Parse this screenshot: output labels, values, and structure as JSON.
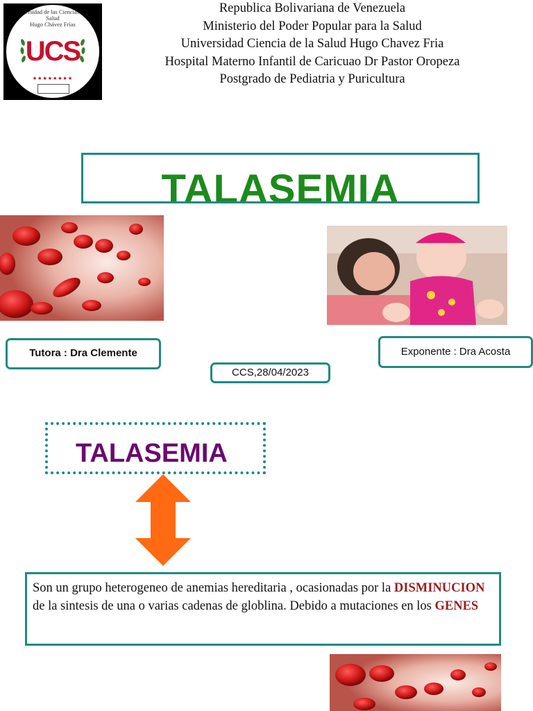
{
  "logo": {
    "arc_text_1": "Universidad de las Ciencias de la Salud",
    "arc_text_2": "Hugo Chávez Frías",
    "brand": "UCS",
    "brand_color": "#c8102e"
  },
  "header": {
    "lines": [
      "Republica Bolivariana de Venezuela",
      "Ministerio del Poder Popular para la Salud",
      "Universidad Ciencia de la Salud Hugo Chavez Fria",
      "Hospital Materno Infantil de Caricuao Dr Pastor Oropeza",
      "Postgrado de Pediatria y Puricultura"
    ]
  },
  "title": "TALASEMIA",
  "tutora": "Tutora : Dra Clemente",
  "exponente": "Exponente : Dra Acosta",
  "date": "CCS,28/04/2023",
  "subtitle": "TALASEMIA",
  "definition": {
    "part1": " Son un grupo heterogeneo de anemias hereditaria , ocasionadas por la ",
    "highlight1": "DISMINUCION",
    "part2": " de la sintesis de una o varias cadenas de globlina. Debido a mutaciones en los ",
    "highlight2": "GENES"
  },
  "colors": {
    "border_teal": "#1e8a84",
    "title_green": "#1c8a1c",
    "subtitle_purple": "#6a0a6e",
    "arrow_orange": "#ff6a13",
    "highlight_red": "#9b1c1c"
  }
}
